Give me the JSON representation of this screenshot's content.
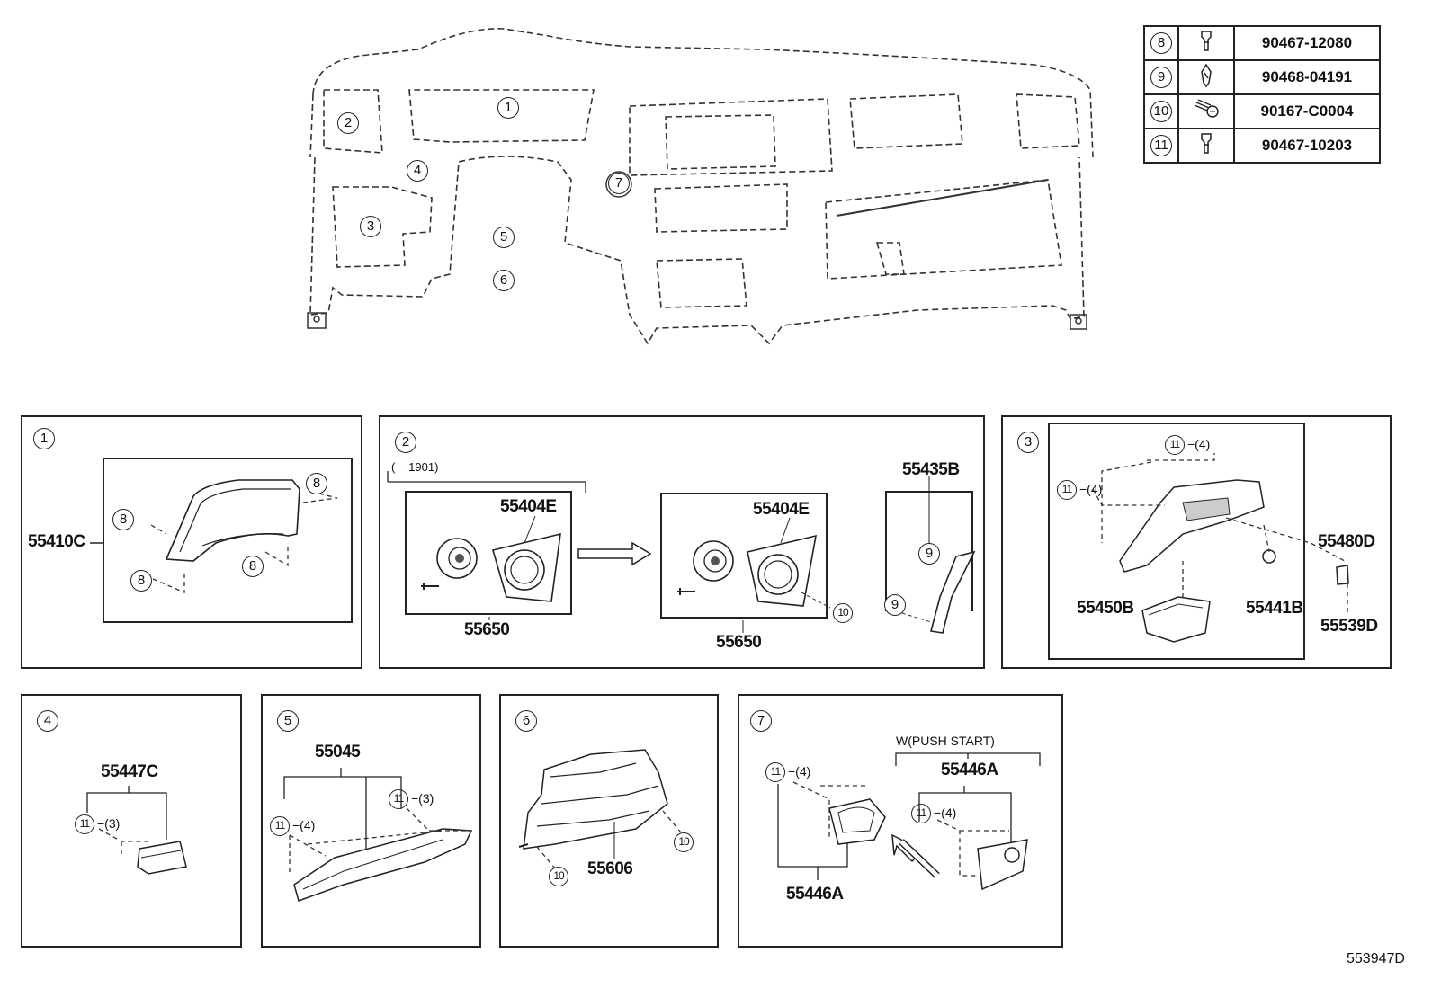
{
  "legend": [
    {
      "key": "8",
      "icon": "clip-icon",
      "part": "90467-12080"
    },
    {
      "key": "9",
      "icon": "clip-icon",
      "part": "90468-04191"
    },
    {
      "key": "10",
      "icon": "screw-icon",
      "part": "90167-C0004"
    },
    {
      "key": "11",
      "icon": "clip-icon",
      "part": "90467-10203"
    }
  ],
  "overview": {
    "callouts": [
      "1",
      "2",
      "3",
      "4",
      "5",
      "6",
      "7"
    ]
  },
  "panels": {
    "p1": {
      "num": "1",
      "part": "55410C",
      "clips": [
        "8",
        "8",
        "8",
        "8"
      ]
    },
    "p2": {
      "num": "2",
      "date_range": "(   − 1901)",
      "left_part": "55404E",
      "left_assy": "55650",
      "right_part": "55404E",
      "right_assy": "55650",
      "trim_part": "55435B",
      "clip_a": "9",
      "clip_b": "9",
      "screw": "10"
    },
    "p3": {
      "num": "3",
      "qty_top": "11 −(4)",
      "qty_left": "11 −(4)",
      "qty_top_num": "11",
      "qty_top_text": "−(4)",
      "qty_left_num": "11",
      "qty_left_text": "−(4)",
      "main_part": "55480D",
      "box_part": "55450B",
      "clip_part": "55441B",
      "small_part": "55539D"
    },
    "p4": {
      "num": "4",
      "part": "55447C",
      "qty_num": "11",
      "qty_text": "−(3)"
    },
    "p5": {
      "num": "5",
      "part": "55045",
      "qty_a_num": "11",
      "qty_a_text": "−(3)",
      "qty_b_num": "11",
      "qty_b_text": "−(4)"
    },
    "p6": {
      "num": "6",
      "part": "55606",
      "screw_a": "10",
      "screw_b": "10"
    },
    "p7": {
      "num": "7",
      "note": "W(PUSH START)",
      "part_a": "55446A",
      "part_b": "55446A",
      "qty_a_num": "11",
      "qty_a_text": "−(4)",
      "qty_b_num": "11",
      "qty_b_text": "−(4)"
    }
  },
  "diagram_id": "553947D"
}
